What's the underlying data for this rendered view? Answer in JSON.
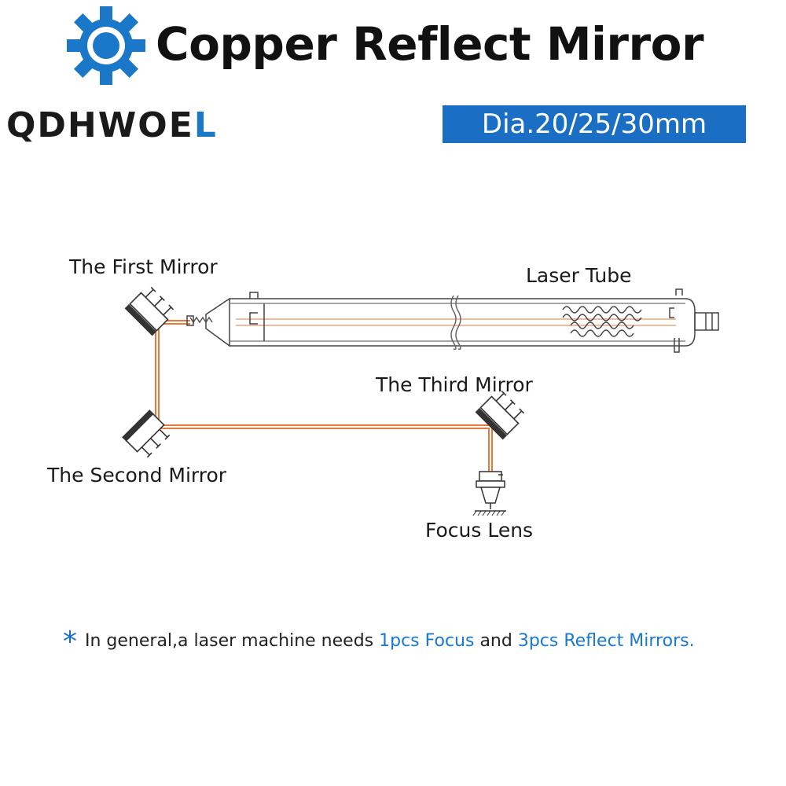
{
  "logo": {
    "text_main": "QDHWOE",
    "text_accent": "L",
    "icon": "gear-icon",
    "color": "#1b78c8"
  },
  "title": "Copper Reflect Mirror",
  "subtitle": "Dia.20/25/30mm",
  "labels": {
    "first_mirror": "The First Mirror",
    "laser_tube": "Laser Tube",
    "third_mirror": "The Third Mirror",
    "second_mirror": "The Second Mirror",
    "focus_lens": "Focus Lens"
  },
  "beam_color": "#e8793a",
  "note": {
    "star": "*",
    "part1": "In general,a laser machine needs ",
    "hl1": "1pcs Focus",
    "part2": " and ",
    "hl2": "3pcs Reflect Mirrors."
  }
}
